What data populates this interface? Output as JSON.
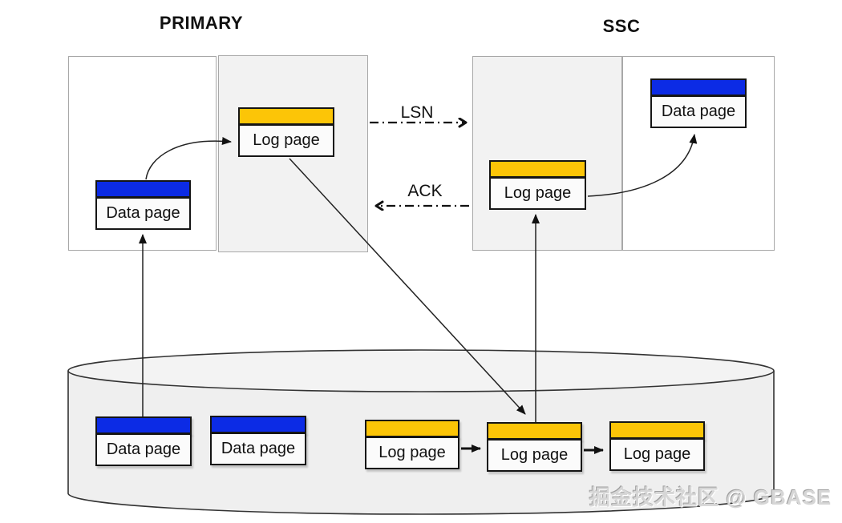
{
  "titles": {
    "primary": "PRIMARY",
    "ssc": "SSC"
  },
  "flow_labels": {
    "lsn": "LSN",
    "ack": "ACK"
  },
  "pages": {
    "primary_data": "Data page",
    "primary_log": "Log page",
    "ssc_log": "Log page",
    "ssc_data": "Data page",
    "storage_data_1": "Data page",
    "storage_data_2": "Data page",
    "storage_log_1": "Log page",
    "storage_log_2": "Log page",
    "storage_log_3": "Log page"
  },
  "watermark": "掘金技术社区 @ GBASE",
  "colors": {
    "data_page_header": "#0c2be5",
    "log_page_header": "#fcc507",
    "panel_gray": "#f2f2f2",
    "cylinder_fill": "#efefef"
  }
}
